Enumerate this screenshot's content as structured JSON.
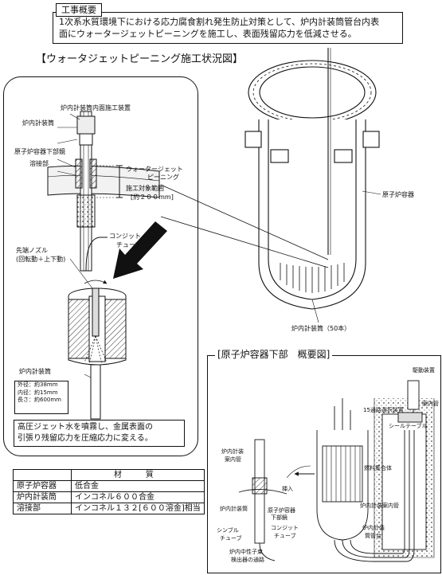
{
  "overview": {
    "tag": "工事概要",
    "text_line1": "1次系水質環境下における応力腐食割れ発生防止対策として、炉内計装筒管台内表",
    "text_line2": "面にウォータージェットピーニングを施工し、表面残留応力を低減させる。"
  },
  "main_title": "【ウォータジェットピーニング施工状況図】",
  "detail": {
    "label_equipment": "炉内計装筒内面施工装置",
    "label_instrument_tube": "炉内計装筒",
    "label_vessel_bottom": "原子炉容器下部鏡",
    "label_weld": "溶接部",
    "label_wjp_1": "ウォータージェット",
    "label_wjp_2": "ピーニング",
    "label_range_1": "施工対象範囲",
    "label_range_2": "[約２００mm]",
    "label_conduit_1": "コンジット",
    "label_conduit_2": "チューブ",
    "label_nozzle_1": "先端ノズル",
    "label_nozzle_2": "(回転動＋上下動)",
    "label_tube_bottom": "炉内計装筒",
    "dim_outer": "外径：約38mm",
    "dim_inner": "内径：約15mm",
    "dim_length": "長さ：約600mm",
    "callout_line1": "高圧ジェット水を噴霧し、金属表面の",
    "callout_line2": "引張り残留応力を圧縮応力に変える。"
  },
  "vessel": {
    "label_vessel": "原子炉容器",
    "label_tubes": "炉内計装筒（50本）"
  },
  "lower": {
    "title": "[原子炉容器下部　概要図]",
    "label_drive": "駆動装置",
    "label_guide": "案内管",
    "label_selector": "15通路選択装置",
    "label_seal_table": "シールテーブル",
    "label_fuel": "燃料集合体",
    "label_guide_tube": "炉内計装案内管",
    "label_nozzle_a": "炉内計装",
    "label_nozzle_b": "筒管台",
    "label_insert": "挿入",
    "label_inst_guide_a": "炉内計装",
    "label_inst_guide_b": "案内管",
    "label_inst_tube": "炉内計装筒",
    "label_bottom_a": "原子炉容器",
    "label_bottom_b": "下部鏡",
    "label_thimble_a": "シンブル",
    "label_thimble_b": "チューブ",
    "label_conduit_a": "コンジット",
    "label_conduit_b": "チューブ",
    "label_path_a": "炉内中性子束",
    "label_path_b": "検出器の通路"
  },
  "materials": {
    "col_part": "",
    "col_material": "材　質",
    "rows": [
      {
        "part": "原子炉容器",
        "material": "低合金"
      },
      {
        "part": "炉内計装筒",
        "material": "インコネル６００合金"
      },
      {
        "part": "溶接部",
        "material": "インコネル１３２[６００溶金]相当"
      }
    ]
  }
}
